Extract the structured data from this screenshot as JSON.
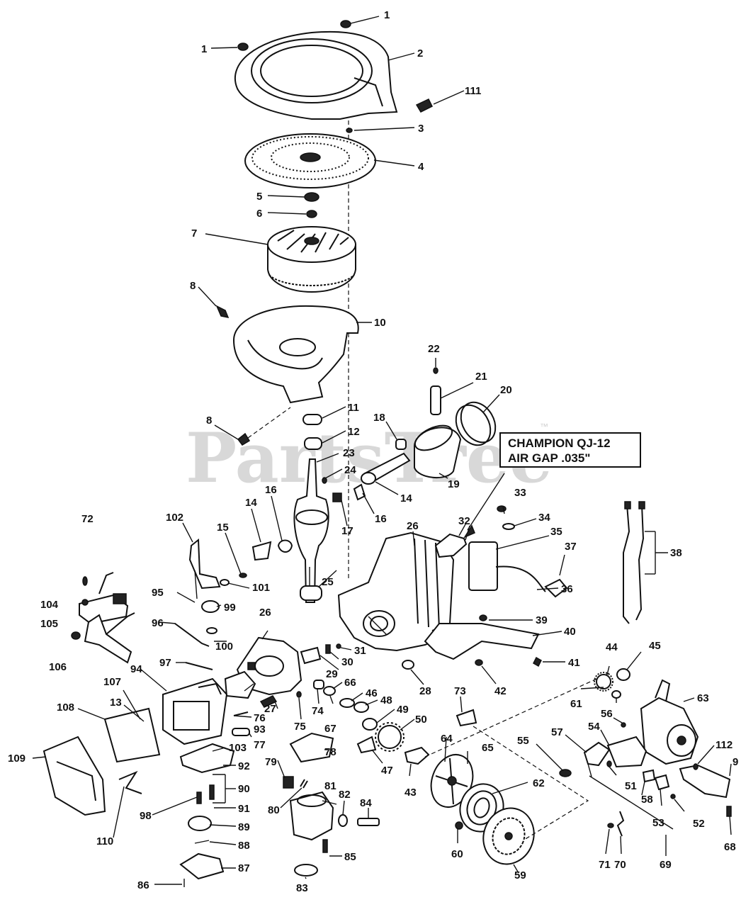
{
  "watermark": {
    "text": "PartsTree",
    "trademark": "™"
  },
  "callout": {
    "line1": "CHAMPION QJ-12",
    "line2": "AIR GAP .035\""
  },
  "labels": {
    "n1a": "1",
    "n1b": "1",
    "n2": "2",
    "n3": "3",
    "n4": "4",
    "n5": "5",
    "n6": "6",
    "n7": "7",
    "n8a": "8",
    "n8b": "8",
    "n9": "9",
    "n10": "10",
    "n11": "11",
    "n12": "12",
    "n13": "13",
    "n14a": "14",
    "n14b": "14",
    "n15": "15",
    "n16a": "16",
    "n16b": "16",
    "n17": "17",
    "n18": "18",
    "n19": "19",
    "n20": "20",
    "n21": "21",
    "n22": "22",
    "n23": "23",
    "n24": "24",
    "n25": "25",
    "n26a": "26",
    "n26b": "26",
    "n27": "27",
    "n28": "28",
    "n29": "29",
    "n30": "30",
    "n31": "31",
    "n32": "32",
    "n33": "33",
    "n34": "34",
    "n35": "35",
    "n36": "36",
    "n37": "37",
    "n38": "38",
    "n39": "39",
    "n40": "40",
    "n41": "41",
    "n42": "42",
    "n43": "43",
    "n44": "44",
    "n45": "45",
    "n46": "46",
    "n47": "47",
    "n48": "48",
    "n49": "49",
    "n50": "50",
    "n51": "51",
    "n52": "52",
    "n53": "53",
    "n54": "54",
    "n55": "55",
    "n56": "56",
    "n57": "57",
    "n58": "58",
    "n59": "59",
    "n60": "60",
    "n61": "61",
    "n62": "62",
    "n63": "63",
    "n64": "64",
    "n65": "65",
    "n66": "66",
    "n67": "67",
    "n68": "68",
    "n69": "69",
    "n70": "70",
    "n71": "71",
    "n72": "72",
    "n73": "73",
    "n74": "74",
    "n75": "75",
    "n76": "76",
    "n77": "77",
    "n78": "78",
    "n79": "79",
    "n80": "80",
    "n81": "81",
    "n82": "82",
    "n83": "83",
    "n84": "84",
    "n85": "85",
    "n86": "86",
    "n87": "87",
    "n88": "88",
    "n89": "89",
    "n90": "90",
    "n91": "91",
    "n92": "92",
    "n93": "93",
    "n94": "94",
    "n95": "95",
    "n96": "96",
    "n97": "97",
    "n98": "98",
    "n99": "99",
    "n100": "100",
    "n101": "101",
    "n102": "102",
    "n103": "103",
    "n104": "104",
    "n105": "105",
    "n106": "106",
    "n107": "107",
    "n108": "108",
    "n109": "109",
    "n110": "110",
    "n111": "111",
    "n112": "112"
  }
}
